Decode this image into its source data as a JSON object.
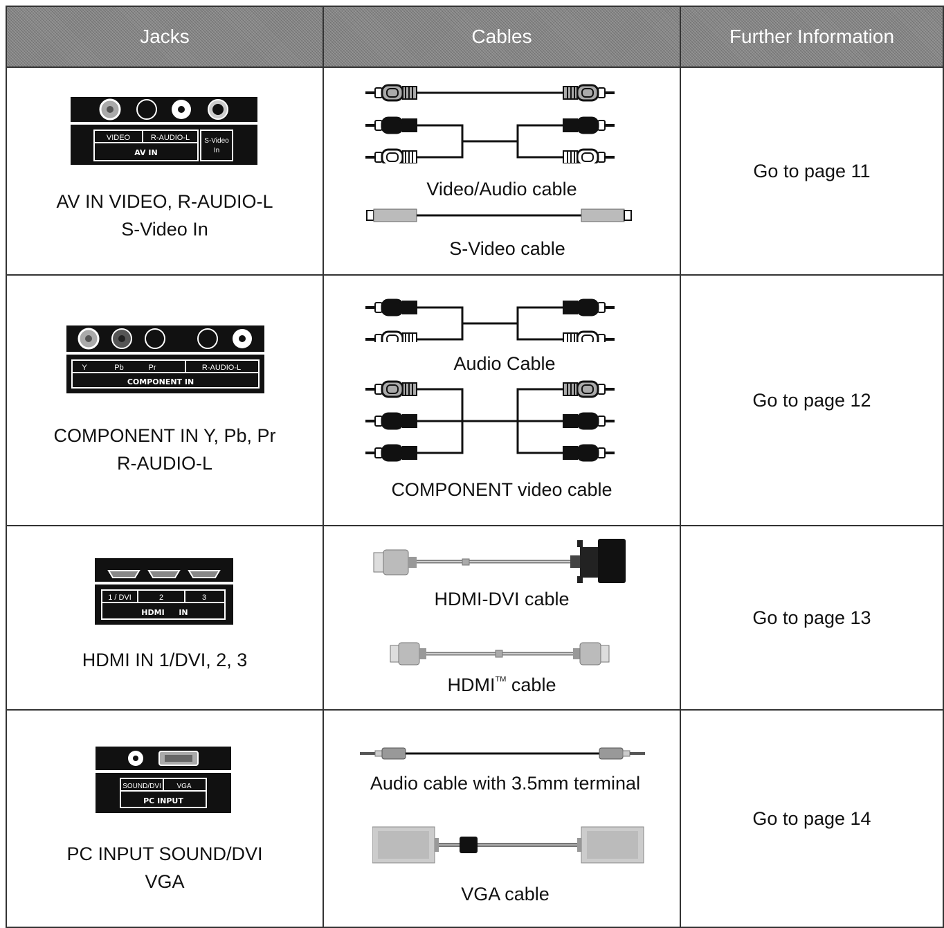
{
  "header": {
    "jacks": "Jacks",
    "cables": "Cables",
    "info": "Further Information"
  },
  "rows": [
    {
      "jack_label_1": "AV IN VIDEO, R-AUDIO-L",
      "jack_label_2": "S-Video In",
      "panel": {
        "video": "VIDEO",
        "audio": "R-AUDIO-L",
        "title": "AV IN",
        "svideo_1": "S-Video",
        "svideo_2": "In"
      },
      "cable_1": "Video/Audio cable",
      "cable_2": "S-Video cable",
      "info": "Go to page 11"
    },
    {
      "jack_label_1": "COMPONENT IN  Y, Pb, Pr",
      "jack_label_2": "R-AUDIO-L",
      "panel": {
        "y": "Y",
        "pb": "Pb",
        "pr": "Pr",
        "audio": "R-AUDIO-L",
        "title": "COMPONENT  IN"
      },
      "cable_1": "Audio Cable",
      "cable_2": "COMPONENT video cable",
      "info": "Go to page 12"
    },
    {
      "jack_label_1": "HDMI IN 1/DVI, 2, 3",
      "panel": {
        "p1": "1 / DVI",
        "p2": "2",
        "p3": "3",
        "title_logo": "HDMI",
        "title_in": "IN"
      },
      "cable_1": "HDMI-DVI cable",
      "cable_2": "HDMI",
      "cable_2_tm": "TM",
      "cable_2_suffix": " cable",
      "info": "Go to page 13"
    },
    {
      "jack_label_1": "PC INPUT SOUND/DVI",
      "jack_label_2": "VGA",
      "panel": {
        "sound": "SOUND/DVI",
        "vga": "VGA",
        "title": "PC INPUT"
      },
      "cable_1": "Audio cable with 3.5mm terminal",
      "cable_2": "VGA cable",
      "info": "Go to page 14"
    }
  ]
}
